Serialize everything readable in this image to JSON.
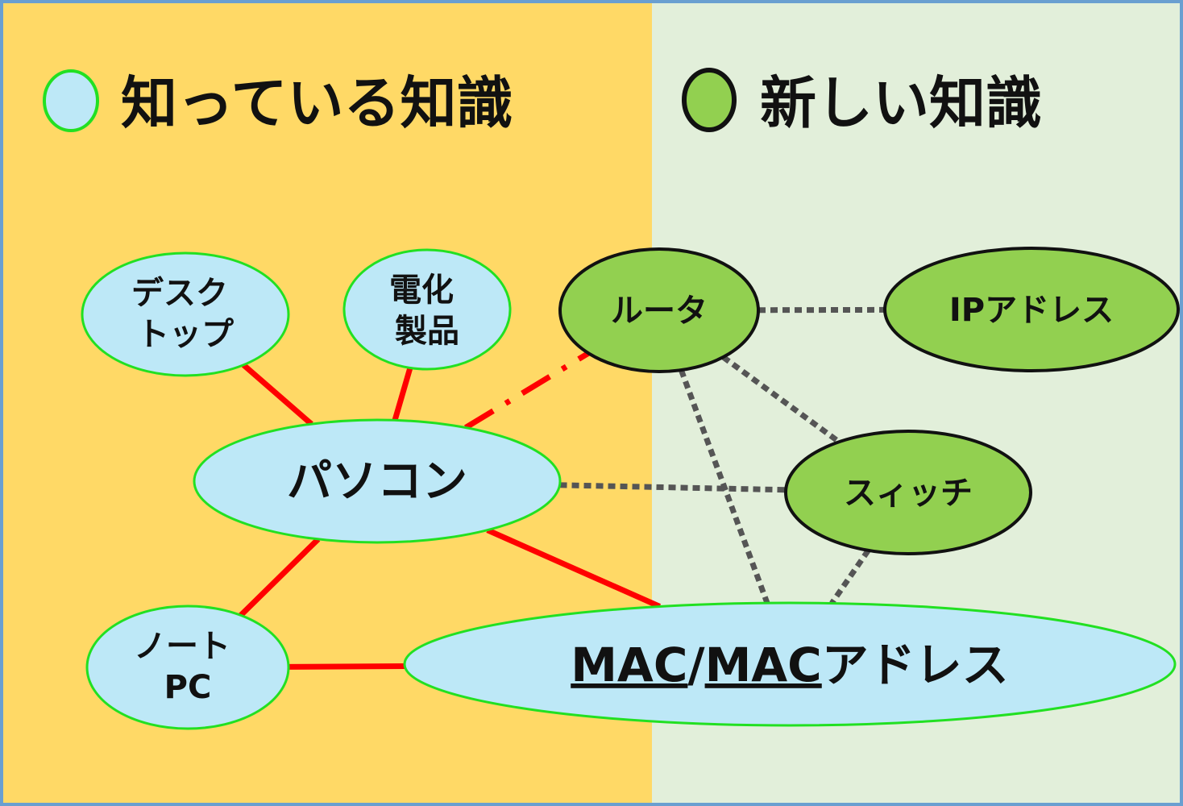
{
  "colors": {
    "known_background": "#FFD966",
    "new_background": "#E2EFDA",
    "frame": "#6A9FD0",
    "known_node_fill": "#BDE8F7",
    "known_node_stroke": "#22E022",
    "new_node_fill": "#92D050",
    "new_node_stroke": "#111111",
    "known_edge": "#FF0000",
    "new_edge": "#555555"
  },
  "legend": {
    "known": {
      "label": "知っている知識",
      "marker": "light-blue-circle"
    },
    "new": {
      "label": "新しい知識",
      "marker": "green-circle"
    }
  },
  "nodes": {
    "desktop": {
      "lines": [
        "デスク",
        "トップ"
      ],
      "kind": "known"
    },
    "appliance": {
      "lines": [
        "電化",
        "製品"
      ],
      "kind": "known"
    },
    "pc": {
      "lines": [
        "パソコン"
      ],
      "kind": "known"
    },
    "notebook": {
      "lines": [
        "ノート",
        "PC"
      ],
      "kind": "known"
    },
    "mac": {
      "parts": [
        "MAC",
        "/",
        "MAC",
        "アドレス"
      ],
      "kind": "known"
    },
    "router": {
      "lines": [
        "ルータ"
      ],
      "kind": "new"
    },
    "ip": {
      "lines": [
        "IPアドレス"
      ],
      "kind": "new"
    },
    "switch": {
      "lines": [
        "スィッチ"
      ],
      "kind": "new"
    }
  },
  "edges": [
    {
      "from": "desktop",
      "to": "pc",
      "style": "solid"
    },
    {
      "from": "appliance",
      "to": "pc",
      "style": "solid"
    },
    {
      "from": "pc",
      "to": "notebook",
      "style": "solid"
    },
    {
      "from": "pc",
      "to": "mac",
      "style": "solid"
    },
    {
      "from": "notebook",
      "to": "mac",
      "style": "solid"
    },
    {
      "from": "pc",
      "to": "router",
      "style": "dash"
    },
    {
      "from": "pc",
      "to": "switch",
      "style": "dotted"
    },
    {
      "from": "router",
      "to": "ip",
      "style": "dotted"
    },
    {
      "from": "router",
      "to": "switch",
      "style": "dotted"
    },
    {
      "from": "router",
      "to": "mac",
      "style": "dotted"
    },
    {
      "from": "switch",
      "to": "mac",
      "style": "dotted"
    }
  ]
}
